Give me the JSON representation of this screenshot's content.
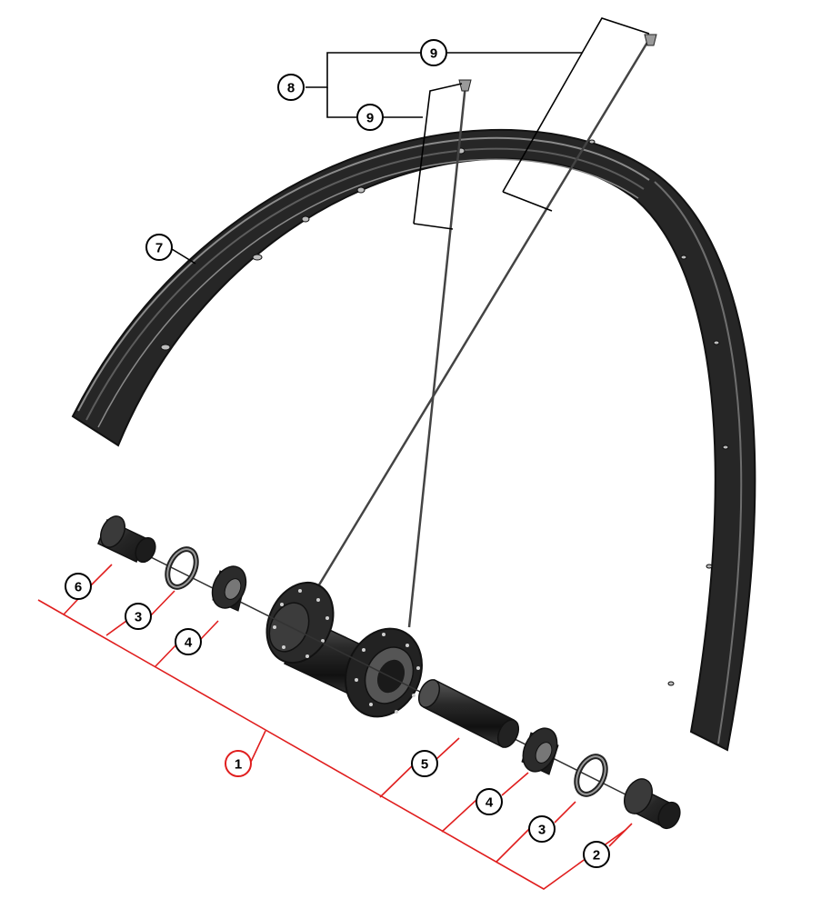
{
  "colors": {
    "background": "#ffffff",
    "rim": "#2b2b2b",
    "rim_highlight": "#8a8a8a",
    "spoke": "#444444",
    "hub": "#1f1f1f",
    "hub_highlight": "#777777",
    "leader_black": "#000000",
    "leader_red": "#e01e1e"
  },
  "callouts": {
    "c1": "1",
    "c2": "2",
    "c3_left": "3",
    "c3_right": "3",
    "c4_left": "4",
    "c4_right": "4",
    "c5": "5",
    "c6": "6",
    "c7": "7",
    "c8": "8",
    "c9_top": "9",
    "c9_bottom": "9"
  }
}
